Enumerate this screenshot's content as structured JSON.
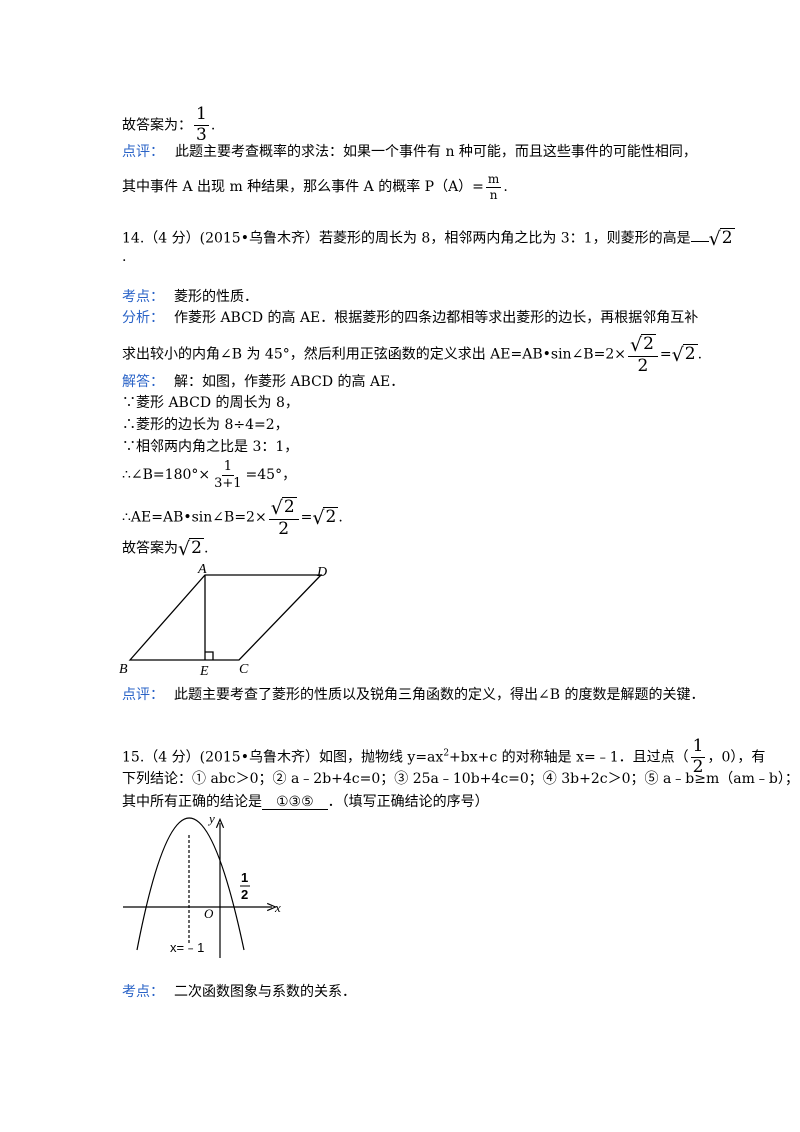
{
  "q13": {
    "answer_prefix": "故答案为：",
    "answer_num": "1",
    "answer_den": "3",
    "period": ".",
    "comment_label": "点评：",
    "comment_line1": "此题主要考查概率的求法：如果一个事件有 n 种可能，而且这些事件的可能性相同，",
    "comment_line2a": "其中事件 A 出现 m 种结果，那么事件 A 的概率 P（A）=",
    "comment_num": "m",
    "comment_den": "n",
    "comment_end": "."
  },
  "q14": {
    "question_line1": "14.（4 分）(2015•乌鲁木齐）若菱形的周长为 8，相邻两内角之比为 3：1，则菱形的高是",
    "question_blank": "√2",
    "question_line2": ".",
    "kaodian_label": "考点：",
    "kaodian_text": "菱形的性质．",
    "fenxi_label": "分析：",
    "fenxi_line1": "作菱形 ABCD 的高 AE．根据菱形的四条边都相等求出菱形的边长，再根据邻角互补",
    "fenxi_line2a": "求出较小的内角∠B 为 45°，然后利用正弦函数的定义求出 AE=AB•sin∠B=2×",
    "sqrt_radicand": "2",
    "fenxi_den": "2",
    "equals": "=",
    "answer_label": "解答：",
    "answer_line1": "解：如图，作菱形 ABCD 的高 AE．",
    "answer_line2": "∵菱形 ABCD 的周长为 8，",
    "answer_line3": "∴菱形的边长为 8÷4=2，",
    "answer_line4": "∵相邻两内角之比是 3：1，",
    "answer_line5a": "∴∠B=180°×",
    "answer_line5_num": "1",
    "answer_line5_den": "3+1",
    "answer_line5b": "=45°，",
    "answer_line6a": "∴AE=AB•sin∠B=2×",
    "answer_final_prefix": "故答案为",
    "comment_label": "点评：",
    "comment_text": "此题主要考查了菱形的性质以及锐角三角函数的定义，得出∠B 的度数是解题的关键．",
    "figure_labels": {
      "A": "A",
      "D": "D",
      "B": "B",
      "E": "E",
      "C": "C"
    }
  },
  "q15": {
    "question_line1a": "15.（4 分）(2015•乌鲁木齐）如图，抛物线 y=ax",
    "sup2": "2",
    "question_line1b": "+bx+c 的对称轴是 x=﹣1．且过点（",
    "point_num": "1",
    "point_den": "2",
    "question_line1c": "，0），有",
    "question_line2": "下列结论：① abc＞0；② a﹣2b+4c=0；③ 25a﹣10b+4c=0；④ 3b+2c＞0；⑤ a﹣b≥m（am﹣b）；",
    "question_line3a": "其中所有正确的结论是",
    "question_blank": "①③⑤",
    "question_line3b": "．（填写正确结论的序号）",
    "graph_labels": {
      "y": "y",
      "x": "x",
      "O": "O",
      "half_num": "1",
      "half_den": "2",
      "axis": "x=﹣1"
    },
    "kaodian_label": "考点：",
    "kaodian_text": "二次函数图象与系数的关系．"
  }
}
